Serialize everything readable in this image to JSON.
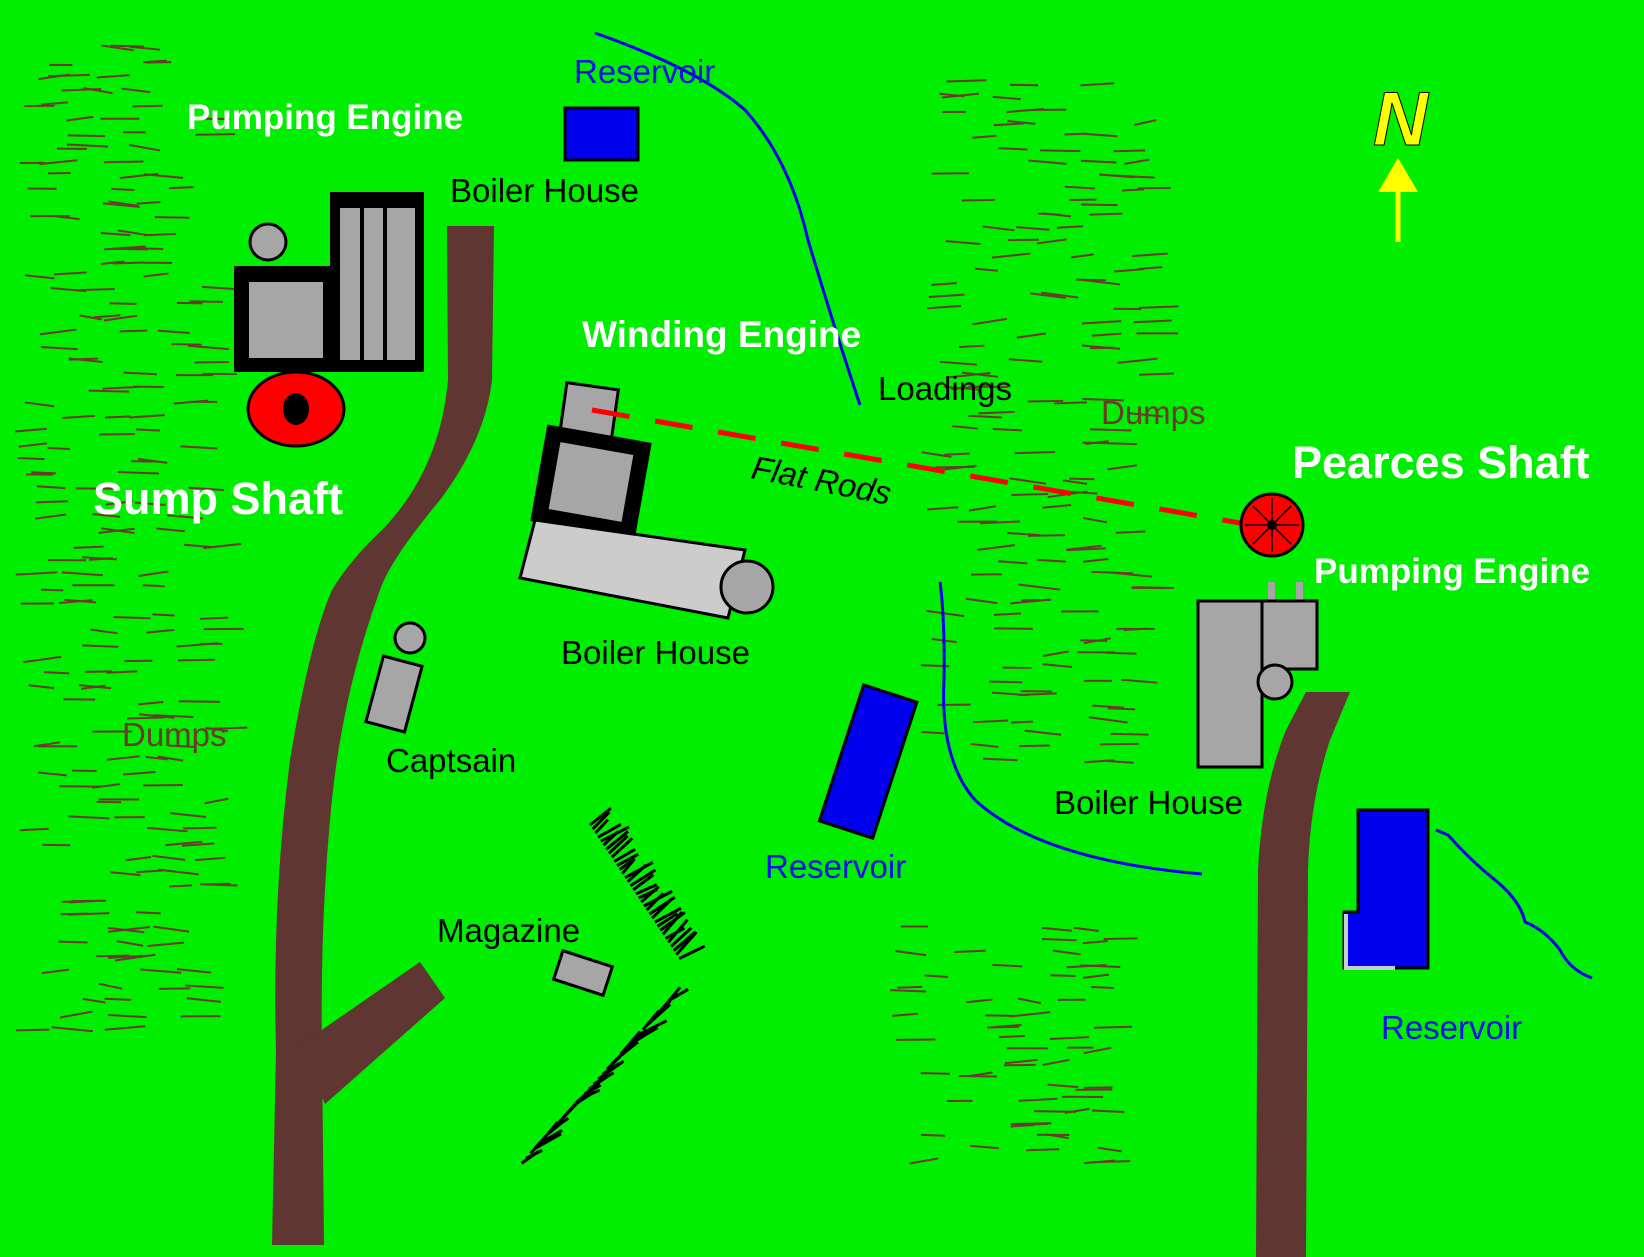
{
  "colors": {
    "background": "#00ee00",
    "track": "#5f3632",
    "water": "#0000ee",
    "shaft": "#ff0000",
    "building_dark": "#000000",
    "building_grey": "#a6a6a6",
    "building_light": "#cccccc",
    "north_arrow": "#ffff00",
    "flat_rods": "#ff0000",
    "dumps_marks": "#6b3a2a"
  },
  "labels": {
    "pumping_engine_west": "Pumping Engine",
    "reservoir_north": "Reservoir",
    "boiler_house_north": "Boiler House",
    "winding_engine": "Winding Engine",
    "loadings": "Loadings",
    "dumps_east": "Dumps",
    "flat_rods": "Flat Rods",
    "pearces_shaft": "Pearces Shaft",
    "pumping_engine_east": "Pumping Engine",
    "sump_shaft": "Sump Shaft",
    "boiler_house_center": "Boiler House",
    "dumps_west": "Dumps",
    "captsain": "Captsain",
    "reservoir_center": "Reservoir",
    "boiler_house_east": "Boiler House",
    "magazine": "Magazine",
    "reservoir_east": "Reservoir",
    "north": "N"
  },
  "icons": {
    "north_arrow": "arrow-up-icon",
    "shaft": "shaft-wheel-icon"
  }
}
